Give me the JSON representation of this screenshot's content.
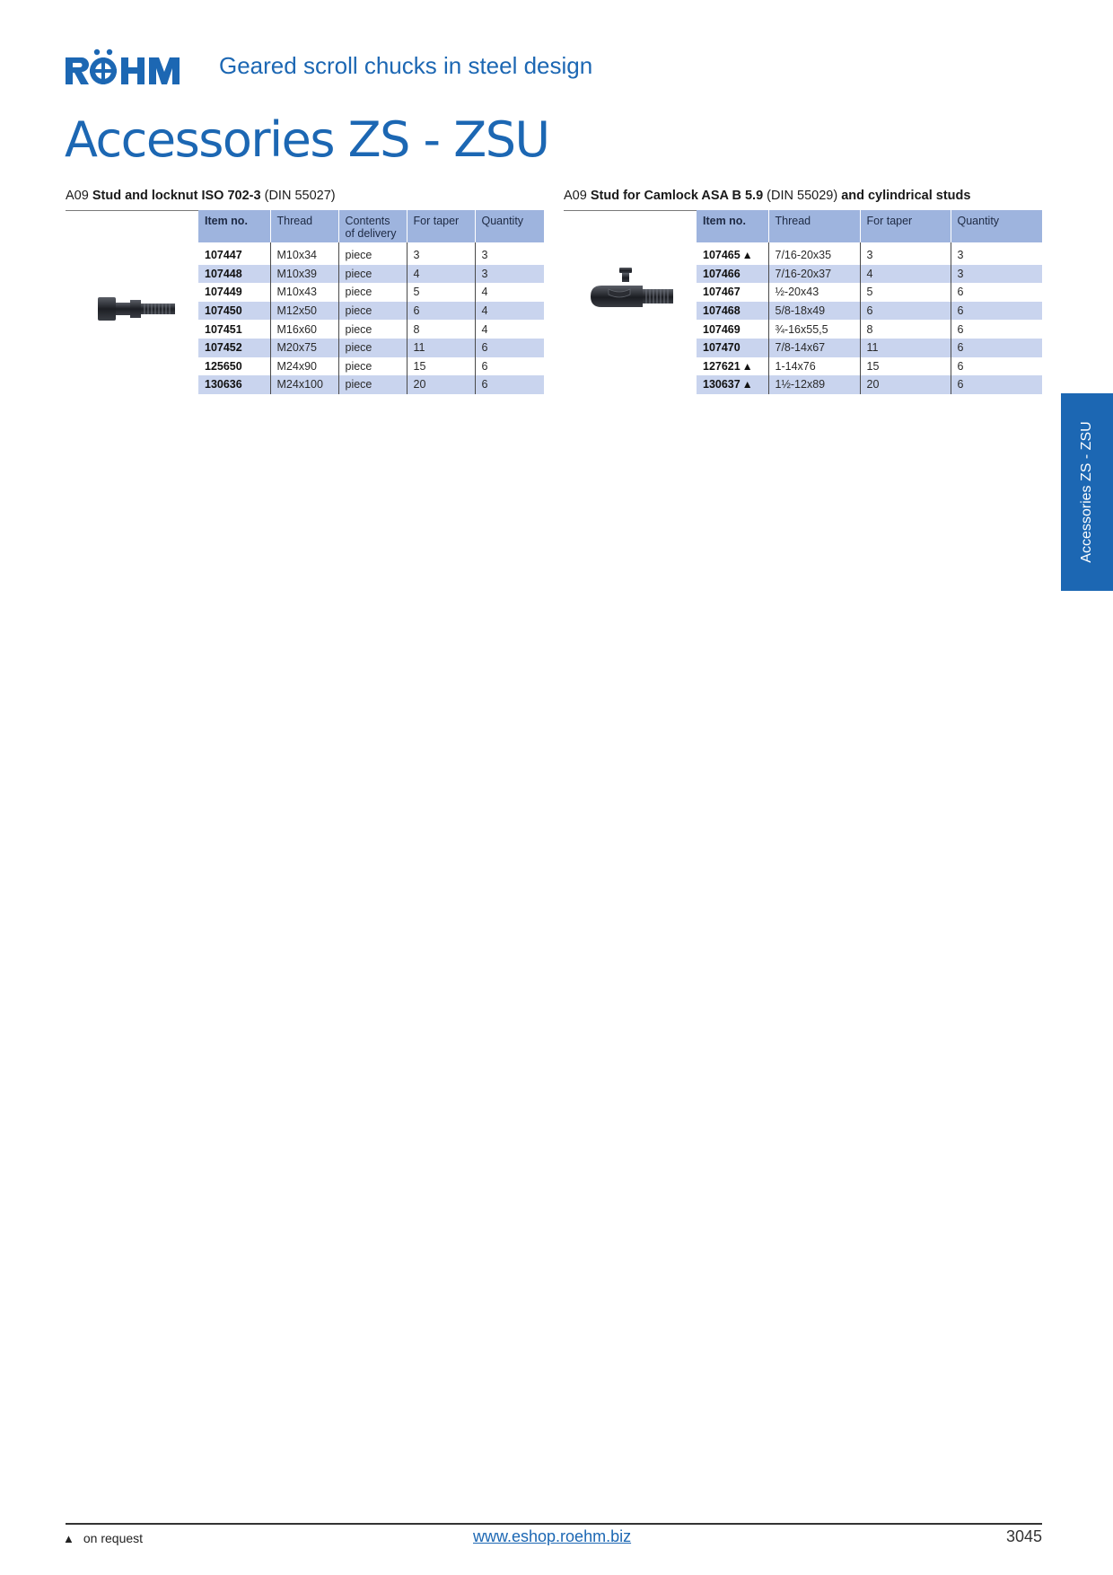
{
  "header": {
    "brand": "RÖHM",
    "subtitle": "Geared scroll chucks in steel design",
    "brand_color": "#1c67b3"
  },
  "title": "Accessories ZS - ZSU",
  "sections": {
    "left": {
      "heading_prefix": "A09",
      "heading_bold": "Stud and locknut ISO 702-3",
      "heading_norm": "(DIN 55027)",
      "heading_suffix": "",
      "image_icon": "stud-and-locknut-image",
      "columns": [
        "Item no.",
        "Thread",
        "Contents of delivery",
        "For taper",
        "Quantity"
      ],
      "rows": [
        {
          "item": "107447",
          "on_request": false,
          "thread": "M10x34",
          "contents": "piece",
          "taper": "3",
          "qty": "3"
        },
        {
          "item": "107448",
          "on_request": false,
          "thread": "M10x39",
          "contents": "piece",
          "taper": "4",
          "qty": "3"
        },
        {
          "item": "107449",
          "on_request": false,
          "thread": "M10x43",
          "contents": "piece",
          "taper": "5",
          "qty": "4"
        },
        {
          "item": "107450",
          "on_request": false,
          "thread": "M12x50",
          "contents": "piece",
          "taper": "6",
          "qty": "4"
        },
        {
          "item": "107451",
          "on_request": false,
          "thread": "M16x60",
          "contents": "piece",
          "taper": "8",
          "qty": "4"
        },
        {
          "item": "107452",
          "on_request": false,
          "thread": "M20x75",
          "contents": "piece",
          "taper": "11",
          "qty": "6"
        },
        {
          "item": "125650",
          "on_request": false,
          "thread": "M24x90",
          "contents": "piece",
          "taper": "15",
          "qty": "6"
        },
        {
          "item": "130636",
          "on_request": false,
          "thread": "M24x100",
          "contents": "piece",
          "taper": "20",
          "qty": "6"
        }
      ]
    },
    "right": {
      "heading_prefix": "A09",
      "heading_bold": "Stud for Camlock ASA B 5.9",
      "heading_norm": "(DIN 55029)",
      "heading_suffix": "and cylindrical studs",
      "image_icon": "camlock-stud-image",
      "columns": [
        "Item no.",
        "Thread",
        "For taper",
        "Quantity"
      ],
      "rows": [
        {
          "item": "107465",
          "on_request": true,
          "thread": "7/16-20x35",
          "taper": "3",
          "qty": "3"
        },
        {
          "item": "107466",
          "on_request": false,
          "thread": "7/16-20x37",
          "taper": "4",
          "qty": "3"
        },
        {
          "item": "107467",
          "on_request": false,
          "thread": "½-20x43",
          "taper": "5",
          "qty": "6"
        },
        {
          "item": "107468",
          "on_request": false,
          "thread": "5/8-18x49",
          "taper": "6",
          "qty": "6"
        },
        {
          "item": "107469",
          "on_request": false,
          "thread": "¾-16x55,5",
          "taper": "8",
          "qty": "6"
        },
        {
          "item": "107470",
          "on_request": false,
          "thread": "7/8-14x67",
          "taper": "11",
          "qty": "6"
        },
        {
          "item": "127621",
          "on_request": true,
          "thread": "1-14x76",
          "taper": "15",
          "qty": "6"
        },
        {
          "item": "130637",
          "on_request": true,
          "thread": "1½-12x89",
          "taper": "20",
          "qty": "6"
        }
      ]
    }
  },
  "on_request_marker": "▲",
  "side_tab": {
    "label": "Accessories ZS - ZSU"
  },
  "footer": {
    "marker": "▲",
    "note": "on request",
    "link": "www.eshop.roehm.biz",
    "page_number": "3045"
  },
  "colors": {
    "header_row": "#9eb4de",
    "shaded_row": "#c9d4ee",
    "accent": "#1c67b3"
  }
}
